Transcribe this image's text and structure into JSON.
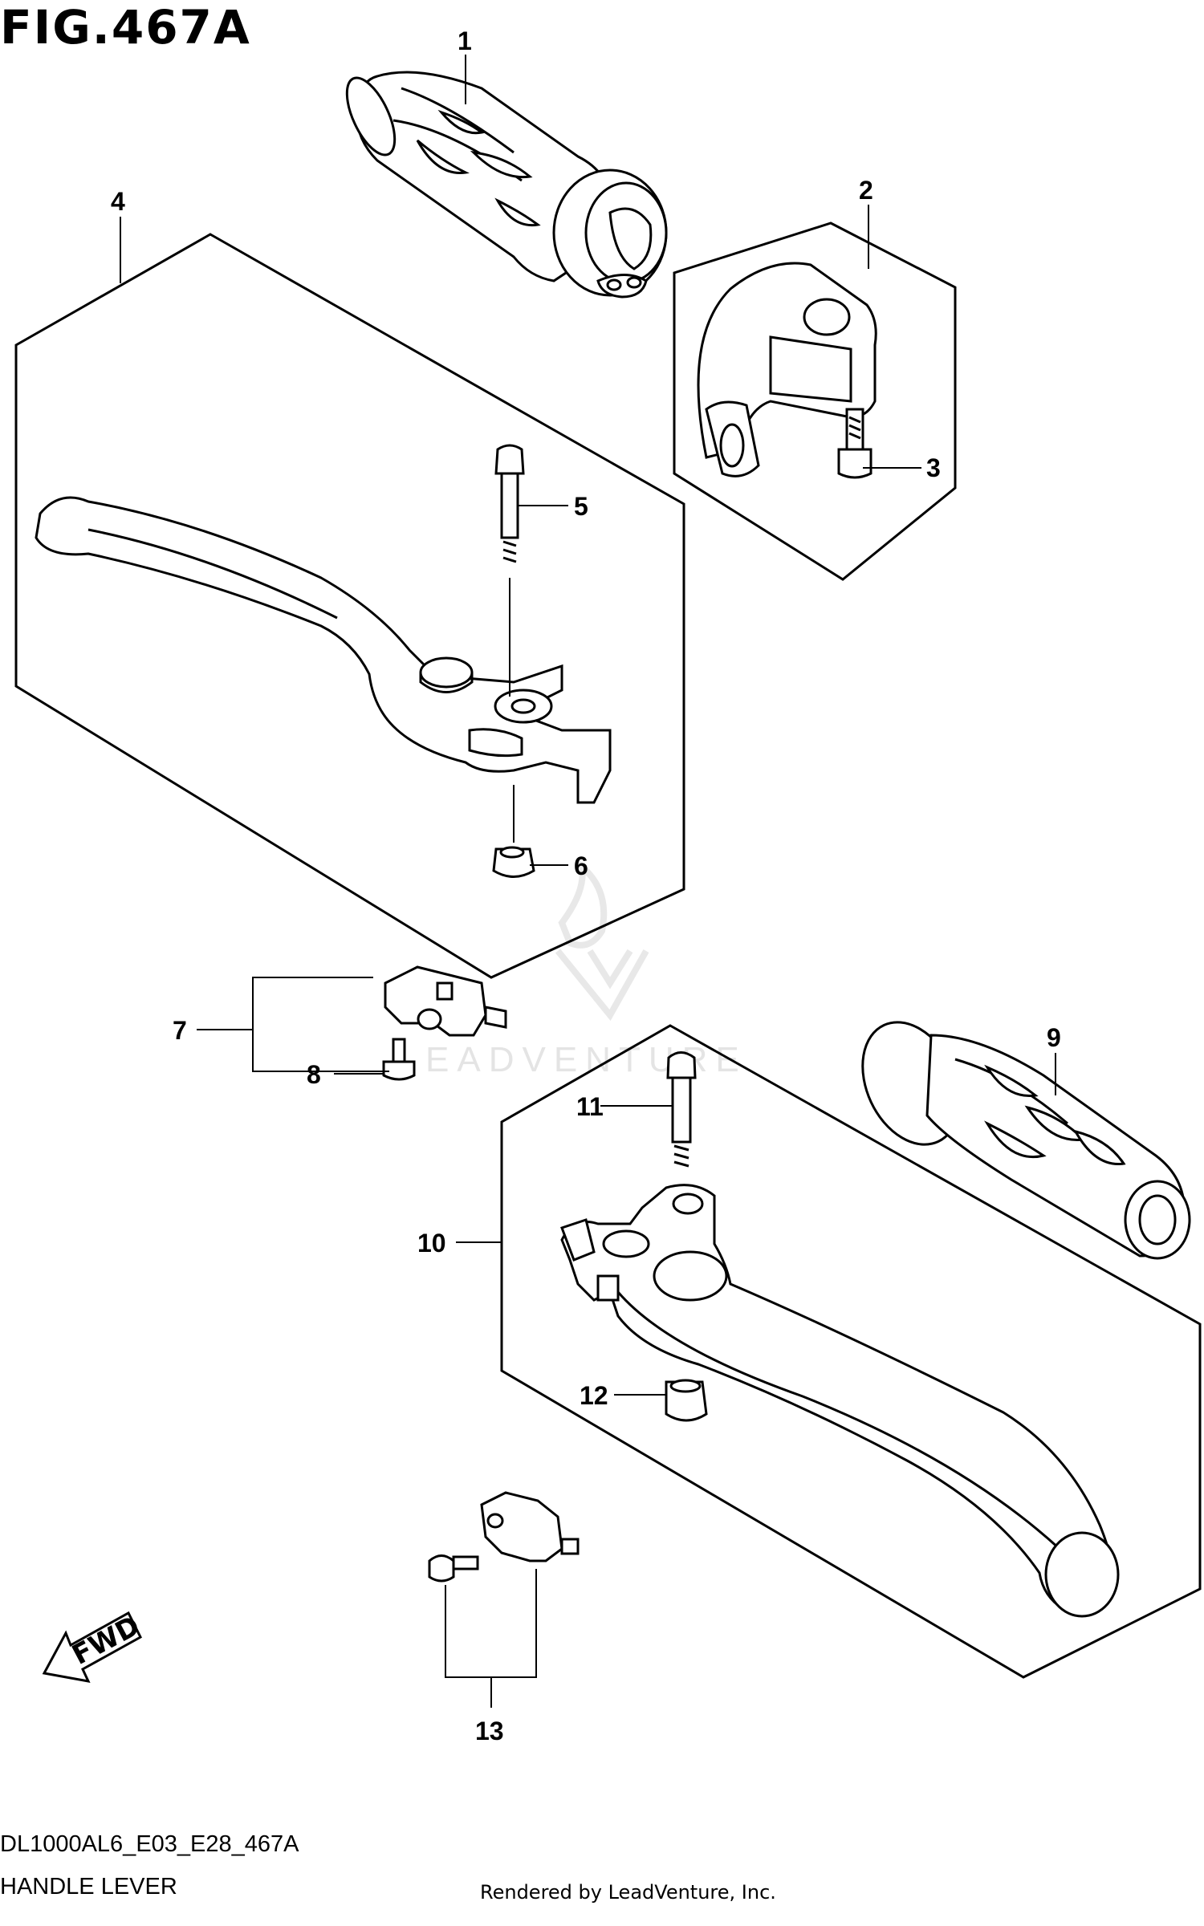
{
  "figure_title": "FIG.467A",
  "callouts": [
    "1",
    "2",
    "3",
    "4",
    "5",
    "6",
    "7",
    "8",
    "9",
    "10",
    "11",
    "12",
    "13"
  ],
  "fwd_label": "FWD",
  "watermark": "EADVENTURE",
  "footer": {
    "model_code": "DL1000AL6_E03_E28_467A",
    "section_name": "HANDLE LEVER",
    "rendered_by": "Rendered by LeadVenture, Inc."
  }
}
